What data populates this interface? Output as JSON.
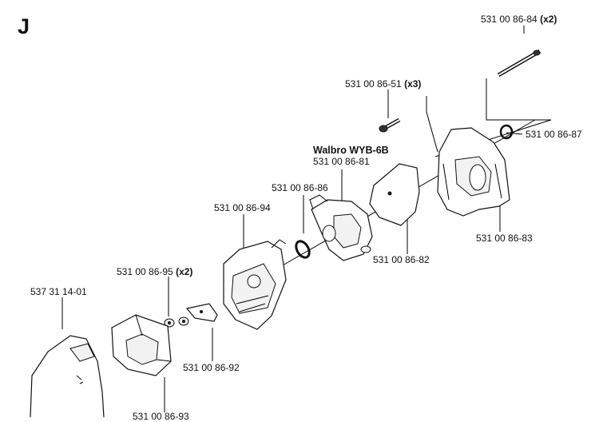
{
  "section_letter": "J",
  "carb_brand": "Walbro WYB-6B",
  "labels": {
    "p84": {
      "code": "531 00 86-84",
      "qty": "(x2)"
    },
    "p51": {
      "code": "531 00 86-51",
      "qty": "(x3)"
    },
    "p87": {
      "code": "531 00 86-87"
    },
    "p81": {
      "code": "531 00 86-81"
    },
    "p86": {
      "code": "531 00 86-86"
    },
    "p94": {
      "code": "531 00 86-94"
    },
    "p82": {
      "code": "531 00 86-82"
    },
    "p83": {
      "code": "531 00 86-83"
    },
    "p95": {
      "code": "531 00 86-95",
      "qty": "(x2)"
    },
    "p01": {
      "code": "537 31 14-01"
    },
    "p92": {
      "code": "531 00 86-92"
    },
    "p93": {
      "code": "531 00 86-93"
    }
  }
}
